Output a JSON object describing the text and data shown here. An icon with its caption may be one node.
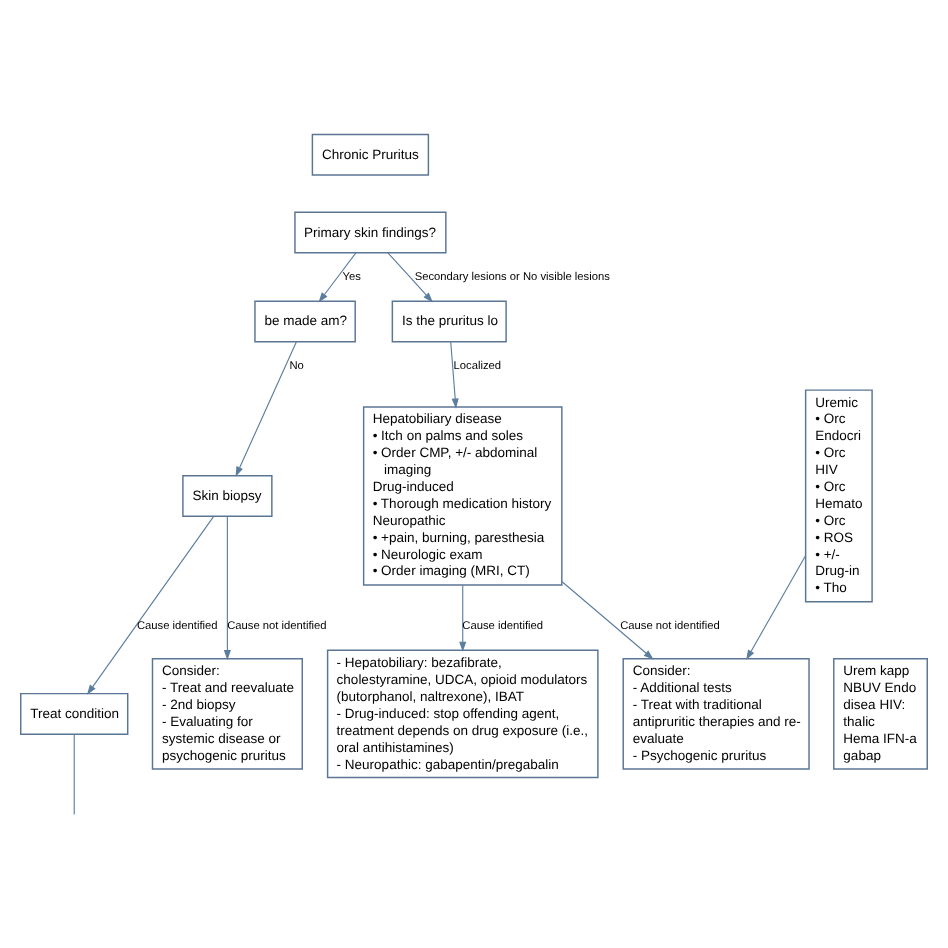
{
  "diagram": {
    "nodes": [
      {
        "text": [
          "Chronic Pruritus"
        ]
      },
      {
        "text": [
          "Primary skin findings?"
        ]
      },
      {
        "text": [
          "be made am?"
        ]
      },
      {
        "text": [
          "Is the pruritus lo"
        ]
      },
      {
        "text": [
          "Skin biopsy"
        ]
      },
      {
        "text": [
          "Treat condition"
        ]
      },
      {
        "text": [
          "Consider:",
          "- Treat and reevaluate",
          "- 2nd biopsy",
          "- Evaluating for systemic disease or psychogenic pruritus"
        ]
      },
      {
        "text": [
          "Hepatobiliary disease",
          "• Itch on palms and soles",
          "• Order CMP, +/- abdominal imaging",
          "Drug-induced",
          "• Thorough medication history",
          "Neuropathic",
          "• +pain, burning, paresthesia",
          "• Neurologic exam",
          "• Order imaging (MRI, CT)"
        ]
      },
      {
        "text": [
          "Uremic",
          "• Orc",
          "Endocri",
          "• Orc",
          "HIV",
          "• Orc",
          "Hemato",
          "• Orc",
          "• ROS",
          "• +/-",
          "Drug-in",
          "• Tho"
        ]
      },
      {
        "text": [
          "- Hepatobiliary: bezafibrate, cholestyramine, UDCA, opioid modulators (butorphanol, naltrexone), IBAT",
          "- Drug-induced: stop offending agent, treatment depends on drug exposure (i.e., oral antihistamines)",
          "- Neuropathic: gabapentin/pregabalin"
        ]
      },
      {
        "text": [
          "Consider:",
          "- Additional tests",
          "- Treat with traditional antipruritic therapies and re-evaluate",
          "- Psychogenic pruritus"
        ]
      },
      {
        "text": [
          "Urem kapp NBUV Endo disea HIV: thalic Hema IFN-a gabap"
        ]
      }
    ],
    "edges": [
      {
        "from": 1,
        "to": 2,
        "arrow": "to",
        "label": "Yes"
      },
      {
        "from": 1,
        "to": 3,
        "arrow": "to",
        "label": "Secondary lesions or No visible lesions"
      },
      {
        "from": 2,
        "to": 4,
        "arrow": "to",
        "label": "No"
      },
      {
        "from": 3,
        "to": 7,
        "arrow": "to",
        "label": "Localized"
      },
      {
        "from": 4,
        "to": 5,
        "arrow": "to",
        "label": "Cause identified"
      },
      {
        "from": 4,
        "to": 6,
        "arrow": "to",
        "label": "Cause not identified"
      },
      {
        "from": 5,
        "to": null,
        "arrow": "none"
      },
      {
        "from": 7,
        "to": 9,
        "arrow": "to",
        "label": "Cause identified"
      },
      {
        "from": 7,
        "to": 10,
        "arrow": "to",
        "label": "Cause not identified"
      },
      {
        "from": 8,
        "to": 10,
        "arrow": "to"
      }
    ]
  }
}
